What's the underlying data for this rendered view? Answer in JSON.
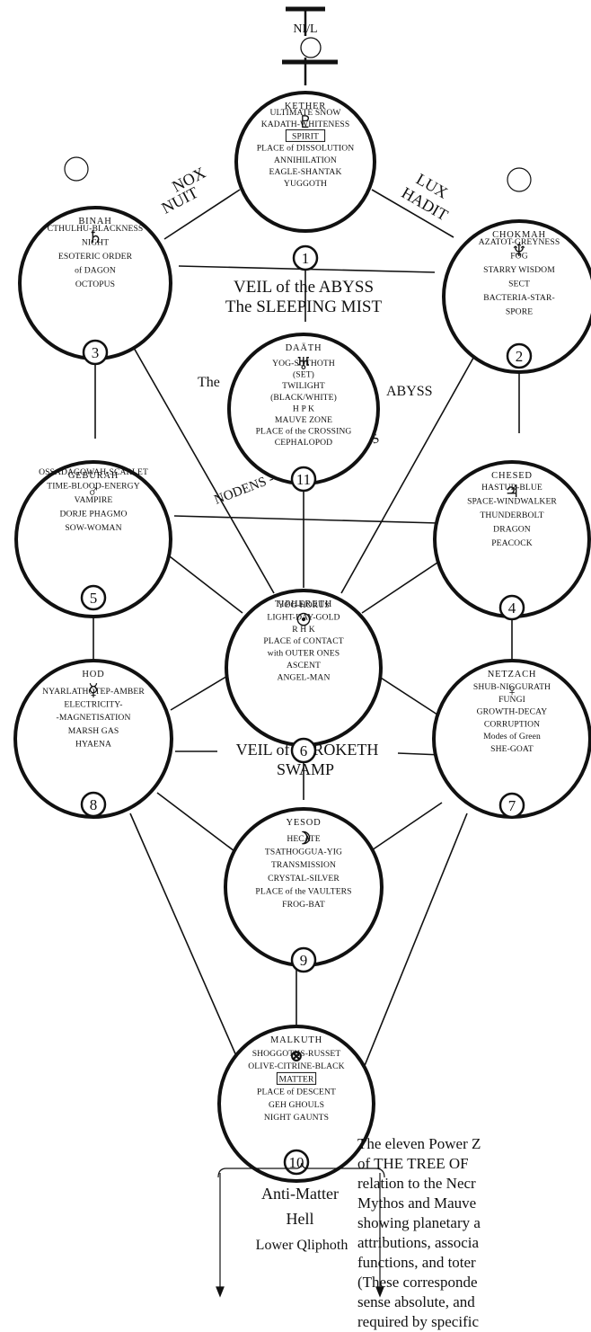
{
  "top_label": "NI/L",
  "paths": {
    "nox": [
      "NOX",
      "NUIT"
    ],
    "lux": [
      "LUX",
      "HADIT"
    ],
    "veil_abyss": [
      "VEIL of the ABYSS",
      "The SLEEPING MIST"
    ],
    "the": "The",
    "abyss": "ABYSS",
    "nodens": "NODENS - GOD of the ABYSS",
    "paroketh": [
      "VEIL of PAROKETH",
      "SWAMP"
    ]
  },
  "sephiroth": [
    {
      "key": "kether",
      "name": "KETHER",
      "glyph": "♇",
      "number": "1",
      "lines": [
        "ULTIMATE SNOW",
        "KADATH-WHITENESS",
        "SPIRIT",
        "PLACE of DISSOLUTION",
        "ANNIHILATION",
        "EAGLE-SHANTAK",
        "YUGGOTH"
      ]
    },
    {
      "key": "binah",
      "name": "BINAH",
      "glyph": "♄",
      "number": "3",
      "lines": [
        "CTHULHU-BLACKNESS",
        "NIGHT",
        "ESOTERIC ORDER",
        "of DAGON",
        "OCTOPUS"
      ]
    },
    {
      "key": "chokmah",
      "name": "CHOKMAH",
      "glyph": "♆",
      "number": "2",
      "lines": [
        "AZATOT-GREYNESS",
        "FOG",
        "STARRY WISDOM",
        "SECT",
        "BACTERIA-STAR-",
        "SPORE"
      ]
    },
    {
      "key": "daath",
      "name": "DAÄTH",
      "glyph": "♅",
      "number": "11",
      "lines": [
        "YOG-SOTHOTH",
        "(SET)",
        "TWILIGHT",
        "(BLACK/WHITE)",
        "H P K",
        "MAUVE ZONE",
        "PLACE of the CROSSING",
        "CEPHALOPOD"
      ]
    },
    {
      "key": "geburah",
      "name": "GEBURAH",
      "glyph": "♂",
      "number": "5",
      "lines": [
        "OSSADAGOWAH-SCARLET",
        "TIME-BLOOD-ENERGY",
        "VAMPIRE",
        "DORJE PHAGMO",
        "SOW-WOMAN"
      ]
    },
    {
      "key": "chesed",
      "name": "CHESED",
      "glyph": "♃",
      "number": "4",
      "lines": [
        "HASTUR-BLUE",
        "SPACE-WINDWALKER",
        "THUNDERBOLT",
        "DRAGON",
        "PEACOCK"
      ]
    },
    {
      "key": "tiphereth",
      "name": "TIPHERETH",
      "glyph": "☉",
      "number": "6",
      "lines": [
        "YOG-HORUS",
        "LIGHT-DAY-GOLD",
        "R H K",
        "PLACE of CONTACT",
        "with OUTER ONES",
        "ASCENT",
        "ANGEL-MAN"
      ]
    },
    {
      "key": "hod",
      "name": "HOD",
      "glyph": "☿",
      "number": "8",
      "lines": [
        "NYARLATHOTEP-AMBER",
        "ELECTRICITY-",
        "-MAGNETISATION",
        "MARSH GAS",
        "HYAENA"
      ]
    },
    {
      "key": "netzach",
      "name": "NETZACH",
      "glyph": "♀",
      "number": "7",
      "lines": [
        "SHUB-NIGGURATH",
        "FUNGI",
        "GROWTH-DECAY",
        "CORRUPTION",
        "Modes of Green",
        "SHE-GOAT"
      ]
    },
    {
      "key": "yesod",
      "name": "YESOD",
      "glyph": "☽",
      "number": "9",
      "lines": [
        "HECATE",
        "TSATHOGGUA-YIG",
        "TRANSMISSION",
        "CRYSTAL-SILVER",
        "PLACE of the VAULTERS",
        "FROG-BAT"
      ]
    },
    {
      "key": "malkuth",
      "name": "MALKUTH",
      "glyph": "⊗",
      "number": "10",
      "lines": [
        "SHOGGOTHS-RUSSET",
        "OLIVE-CITRINE-BLACK",
        "MATTER",
        "PLACE of DESCENT",
        "GEH GHOULS",
        "NIGHT GAUNTS"
      ]
    }
  ],
  "below": [
    "Anti-Matter",
    "Hell",
    "Lower Qliphoth"
  ],
  "caption": [
    "The eleven Power Z",
    "of  THE TREE OF",
    "relation to the Necr",
    "Mythos and Mauve",
    "showing planetary a",
    "attributions, associa",
    "functions, and toter",
    "(These corresponde",
    "sense absolute, and",
    "required by specific"
  ]
}
